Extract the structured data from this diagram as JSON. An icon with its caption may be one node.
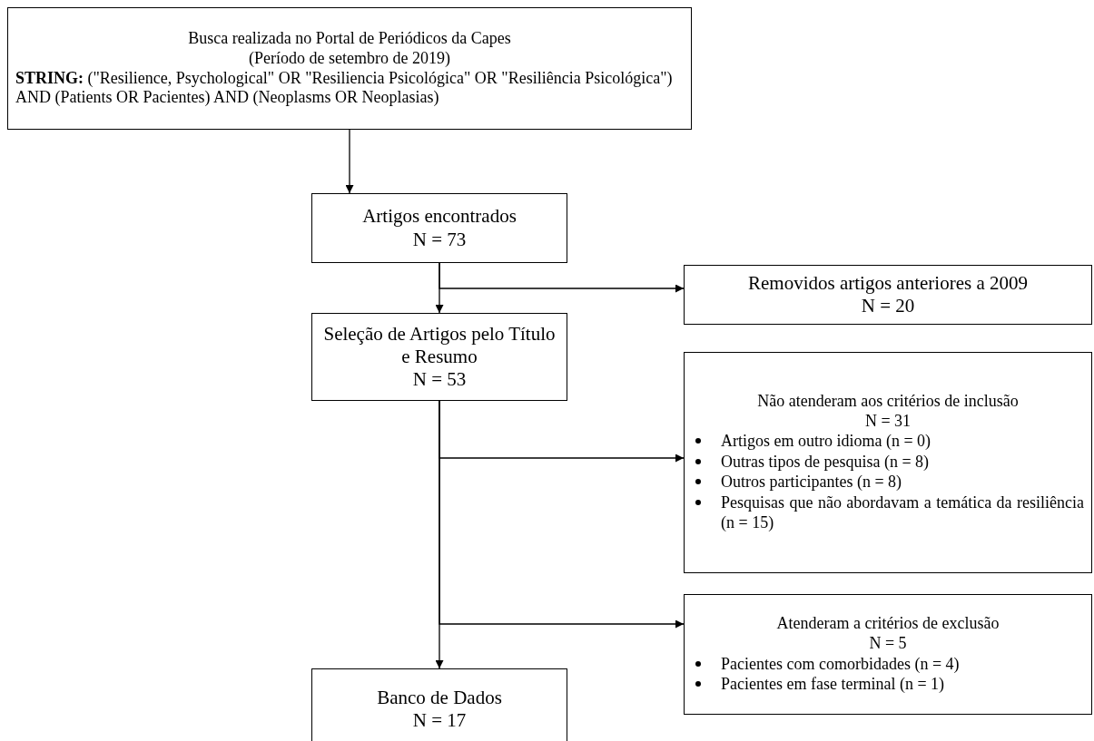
{
  "diagram": {
    "nodes": [
      {
        "text": [
          "Busca realizada no Portal de Periódicos da Capes",
          "(Período de setembro de 2019)",
          "**STRING:** (\"Resilience, Psychological\" OR \"Resiliencia Psicológica\" OR \"Resiliência Psicológica\") AND (Patients OR Pacientes) AND (Neoplasms OR Neoplasias)"
        ]
      },
      {
        "text": [
          "Artigos encontrados",
          "N = 73"
        ]
      },
      {
        "text": [
          "Removidos artigos anteriores a 2009",
          "N = 20"
        ]
      },
      {
        "text": [
          "Seleção de Artigos pelo Título e Resumo",
          "N = 53"
        ]
      },
      {
        "text": [
          "Não atenderam aos critérios de inclusão",
          "N = 31",
          "Artigos em outro idioma (n = 0)",
          "Outras tipos de pesquisa (n = 8)",
          "Outros participantes (n = 8)",
          "Pesquisas que não abordavam a temática da resiliência (n = 15)"
        ]
      },
      {
        "text": [
          "Atenderam a critérios de exclusão",
          "N = 5",
          "Pacientes com comorbidades (n = 4)",
          "Pacientes em fase terminal (n = 1)"
        ]
      },
      {
        "text": [
          "Banco de Dados",
          "N = 17"
        ]
      }
    ],
    "edges": [
      {
        "from": 0,
        "to": 1,
        "arrow": "to"
      },
      {
        "from": 1,
        "to": 3,
        "arrow": "to"
      },
      {
        "from": 1,
        "to": 2,
        "arrow": "to"
      },
      {
        "from": 3,
        "to": 6,
        "arrow": "to"
      },
      {
        "from": 3,
        "to": 4,
        "arrow": "to"
      },
      {
        "from": 3,
        "to": 5,
        "arrow": "to"
      }
    ]
  }
}
